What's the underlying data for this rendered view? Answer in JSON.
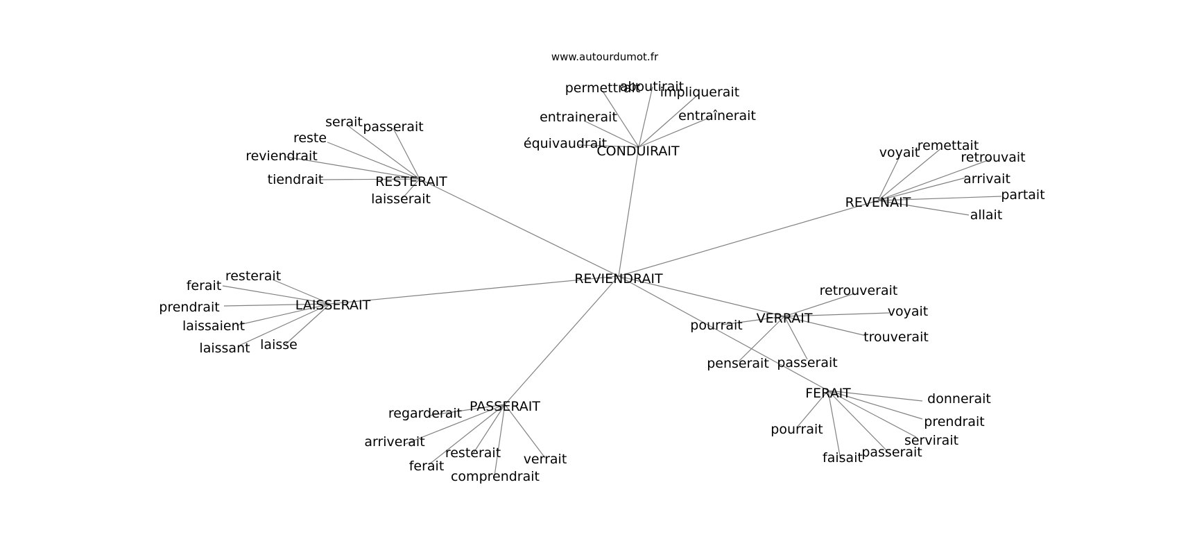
{
  "source_text": "www.autourdumot.fr",
  "center": "REVIENDRAIT",
  "hubs": [
    {
      "label": "CONDUIRAIT",
      "leaves": [
        "permettrait",
        "aboutirait",
        "impliquerait",
        "entrainerait",
        "entraînerait",
        "équivaudrait"
      ]
    },
    {
      "label": "RESTERAIT",
      "leaves": [
        "serait",
        "passerait",
        "reste",
        "reviendrait",
        "tiendrait",
        "laisserait"
      ]
    },
    {
      "label": "REVENAIT",
      "leaves": [
        "voyait",
        "remettait",
        "retrouvait",
        "arrivait",
        "partait",
        "allait"
      ]
    },
    {
      "label": "LAISSERAIT",
      "leaves": [
        "resterait",
        "ferait",
        "prendrait",
        "laissaient",
        "laissant",
        "laisse"
      ]
    },
    {
      "label": "VERRAIT",
      "leaves": [
        "retrouverait",
        "voyait",
        "trouverait",
        "pourrait",
        "penserait",
        "passerait"
      ]
    },
    {
      "label": "FERAIT",
      "leaves": [
        "donnerait",
        "prendrait",
        "servirait",
        "passerait",
        "faisait",
        "pourrait"
      ]
    },
    {
      "label": "PASSERAIT",
      "leaves": [
        "regarderait",
        "arriverait",
        "resterait",
        "verrait",
        "ferait",
        "comprendrait"
      ]
    }
  ]
}
